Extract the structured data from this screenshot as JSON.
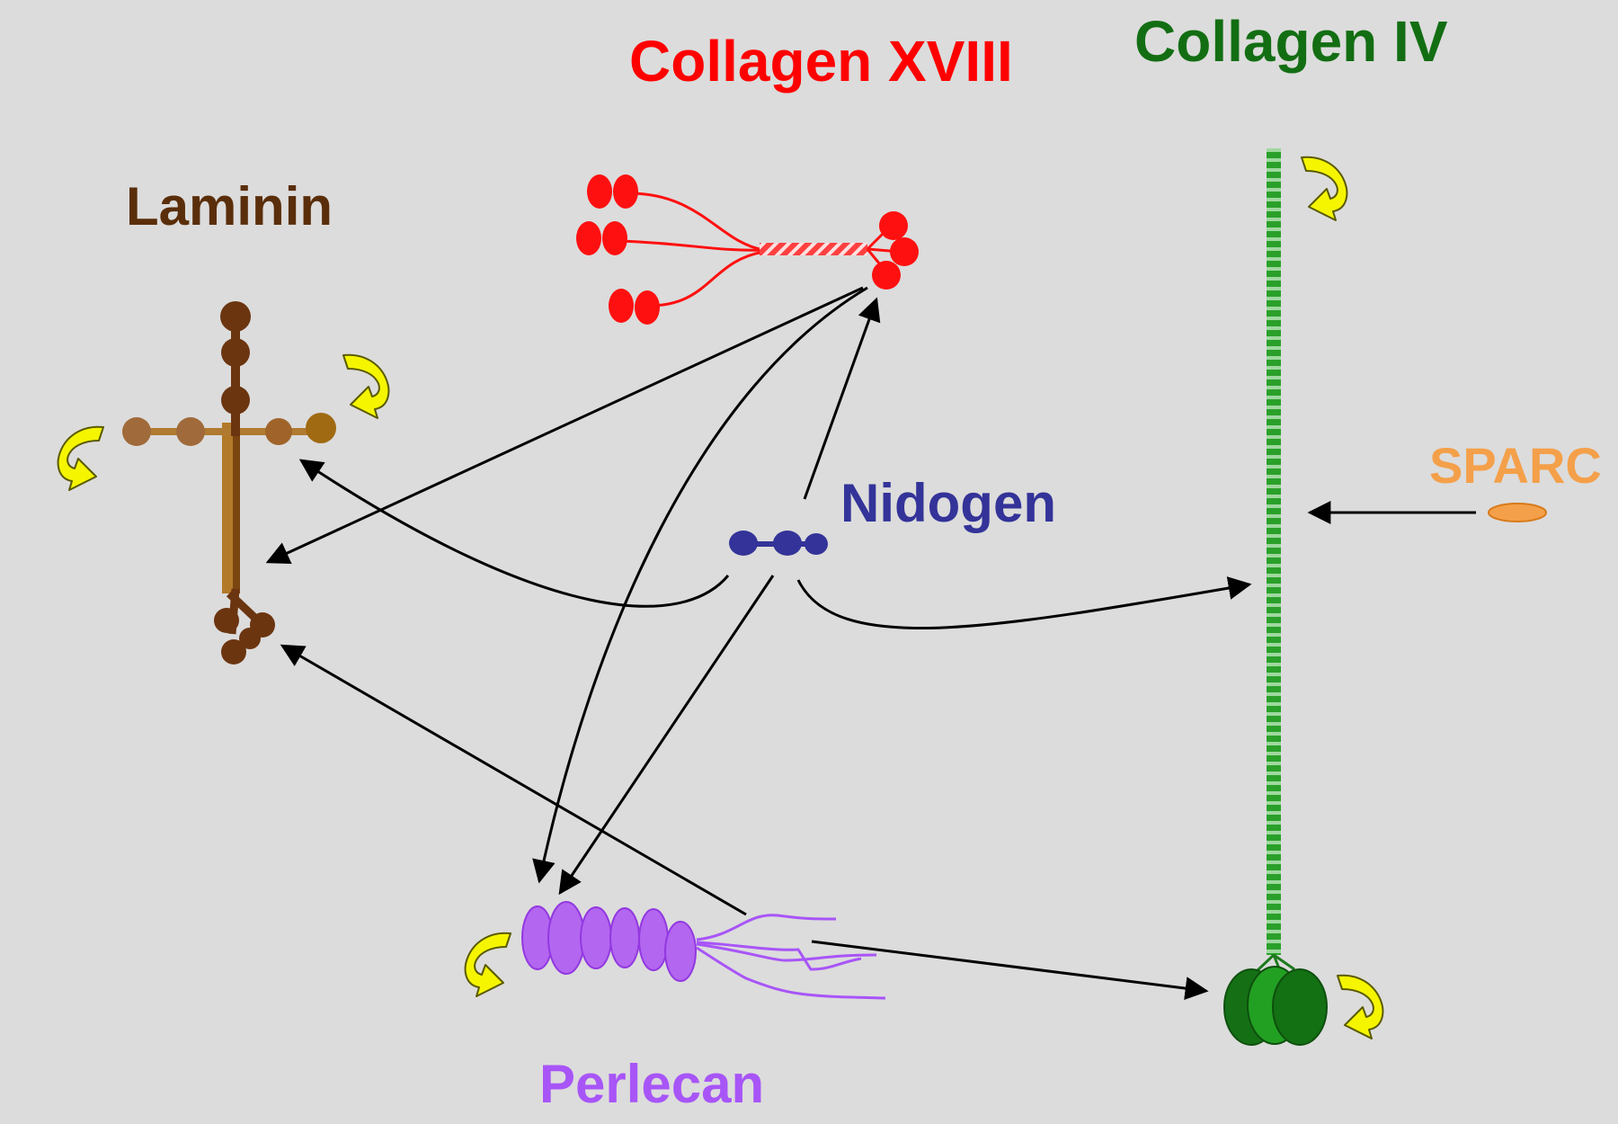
{
  "labels": {
    "collagen_xviii": "Collagen XVIII",
    "collagen_iv": "Collagen IV",
    "laminin": "Laminin",
    "nidogen": "Nidogen",
    "sparc": "SPARC",
    "perlecan": "Perlecan"
  },
  "colors": {
    "background": "#dcdcdc",
    "collagen_xviii": "#ff0000",
    "collagen_iv": "#136e13",
    "collagen_iv_fiber": "#2aa02a",
    "laminin_label": "#5a2e0a",
    "laminin_dark": "#6b3510",
    "laminin_light": "#a0642a",
    "laminin_arm": "#b07a30",
    "nidogen": "#333399",
    "sparc": "#f4a04a",
    "perlecan": "#a855f7",
    "perlecan_core": "#b366f0",
    "self_assembly_arrow": "#f5f500",
    "interaction_arrow": "#000000"
  }
}
